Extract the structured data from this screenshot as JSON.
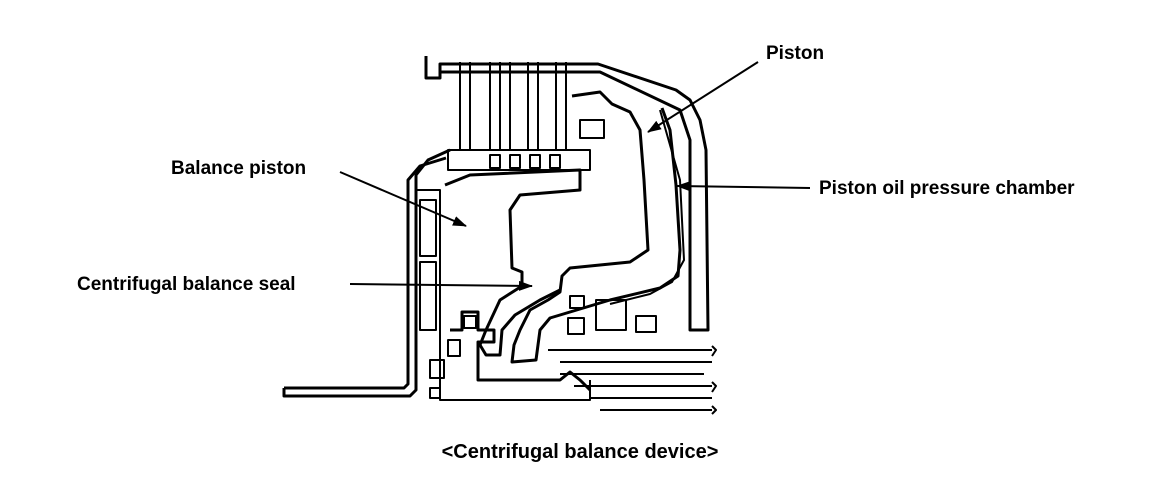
{
  "labels": {
    "piston": "Piston",
    "balance_piston": "Balance piston",
    "piston_oil_pressure_chamber": "Piston oil pressure chamber",
    "centrifugal_balance_seal": "Centrifugal balance seal"
  },
  "caption": "<Centrifugal balance device>",
  "colors": {
    "line": "#000000",
    "background": "#ffffff"
  }
}
